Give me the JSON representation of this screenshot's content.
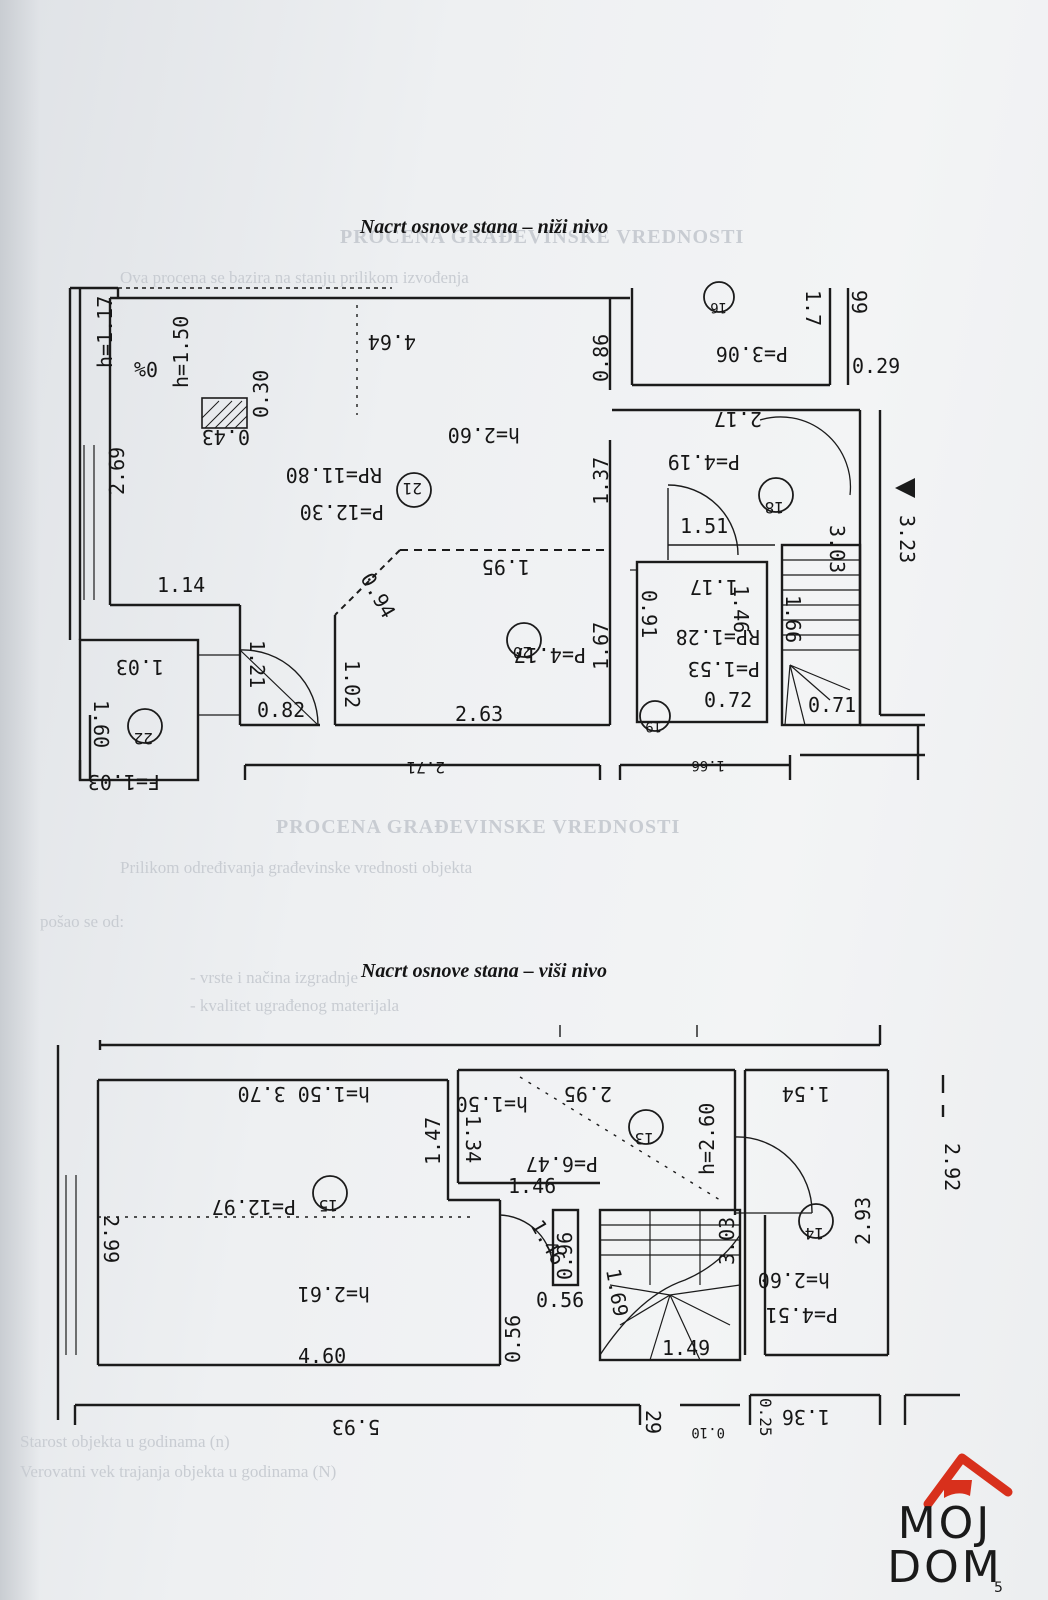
{
  "titles": {
    "lower": "Nacrt osnove stana – niži nivo",
    "upper": "Nacrt osnove stana – viši nivo"
  },
  "ghost_text": {
    "title_1": "PROCENA GRAĐEVINSKE VREDNOSTI",
    "title_2": "PROCENA GRAĐEVINSKE VREDNOSTI",
    "para_1": "Ova procena se bazira na stanju prilikom izvođenja",
    "para_2": "Prilikom određivanja građevinske vrednosti objekta",
    "para_3": "pošao se od:",
    "list_1": "- vrste i načina izgradnje",
    "list_2": "- kvalitet ugrađenog materijala",
    "table_row_1": "Starost objekta u godinama (n)",
    "table_row_2": "Verovatni vek trajanja objekta u godinama (N)"
  },
  "lower_plan": {
    "labels": {
      "h117": "h=1.17",
      "h150": "h=1.50",
      "pct": "0%",
      "d030": "0.30",
      "d043": "0.43",
      "d269": "2.69",
      "d464": "4.64",
      "d086": "0.86",
      "h260": "h=2.60",
      "rp1180": "RP=11.80",
      "p1230": "P=12.30",
      "r21": "21",
      "d137": "1.37",
      "d114": "1.14",
      "d195": "1.95",
      "d094": "0.94",
      "r20": "20",
      "p417": "P=4.17",
      "d167": "1.67",
      "d121": "1.21",
      "d102": "1.02",
      "d082": "0.82",
      "d263": "2.63",
      "d103": "1.03",
      "d160": "1.60",
      "r22": "22",
      "f103": "F=1.03",
      "r16": "16",
      "p306": "P=3.06",
      "d17": "1.7",
      "d99": "99",
      "d029": "0.29",
      "d217": "2.17",
      "p419": "P=4.19",
      "r18": "18",
      "d151": "1.51",
      "d303": "3.03",
      "d323": "3.23",
      "d117": "1.17",
      "d091": "0.91",
      "d146": "1.46",
      "rp128": "RP=1.28",
      "p153": "P=1.53",
      "d166": "1.66",
      "r19": "19",
      "d072": "0.72",
      "d071": "0.71",
      "bottom_cut_1": "2.71",
      "bottom_cut_2": "1.66"
    }
  },
  "upper_plan": {
    "labels": {
      "h150_370": "h=1.50 3.70",
      "d147": "1.47",
      "r15": "15",
      "p1297": "P=12.97",
      "d299": "2.99",
      "h261": "h=2.61",
      "d460": "4.60",
      "h150": "h=1.50",
      "d295": "2.95",
      "d134": "1.34",
      "r13": "13",
      "p647": "P=6.47",
      "h260": "h=2.60",
      "d146a": "1.46",
      "d146b": "1.46",
      "d096": "0.96",
      "d056a": "0.56",
      "d056b": "0.56",
      "d169": "1.69",
      "d303": "3.03",
      "d149": "1.49",
      "d154": "1.54",
      "r14": "14",
      "d293": "2.93",
      "h260b": "h=2.60",
      "p451": "P=4.51",
      "d593": "5.93",
      "d29": "29",
      "d136": "1.36",
      "d025": "0.25",
      "d292": "2.92",
      "cut_1": "0.10"
    }
  },
  "logo": {
    "line1": "MOJ",
    "line2": "DOM",
    "sub": "5",
    "roof_color": "#d8301c"
  }
}
